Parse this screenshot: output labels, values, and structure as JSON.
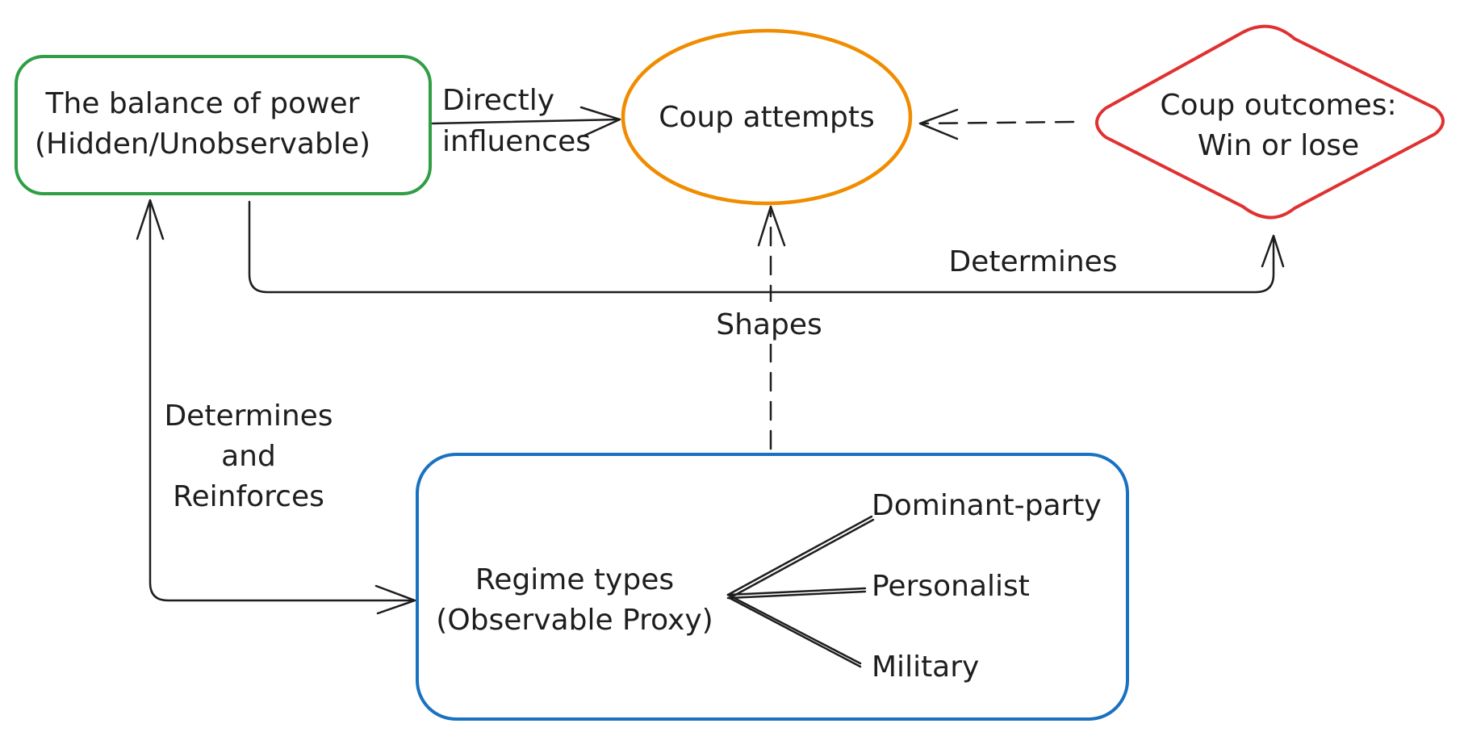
{
  "nodes": {
    "balance_of_power": {
      "line1": "The balance of power",
      "line2": "(Hidden/Unobservable)",
      "shape": "rounded-rectangle",
      "color": "#2f9e44"
    },
    "coup_attempts": {
      "label": "Coup attempts",
      "shape": "ellipse",
      "color": "#f08c00"
    },
    "coup_outcomes": {
      "line1": "Coup outcomes:",
      "line2": "Win or lose",
      "shape": "diamond",
      "color": "#e03131"
    },
    "regime_types": {
      "line1": "Regime types",
      "line2": "(Observable Proxy)",
      "shape": "rounded-rectangle",
      "color": "#1971c2",
      "subtypes": [
        "Dominant-party",
        "Personalist",
        "Military"
      ]
    }
  },
  "edges": {
    "directly_influences": {
      "line1": "Directly",
      "line2": "influences",
      "style": "solid"
    },
    "outcomes_to_attempts": {
      "style": "dashed"
    },
    "determines": {
      "label": "Determines",
      "style": "solid"
    },
    "shapes": {
      "label": "Shapes",
      "style": "dashed"
    },
    "determines_and_reinforces": {
      "line1": "Determines",
      "line2": "and",
      "line3": "Reinforces",
      "style": "solid"
    }
  },
  "colors": {
    "ink": "#1e1e1e",
    "background": "#ffffff"
  }
}
